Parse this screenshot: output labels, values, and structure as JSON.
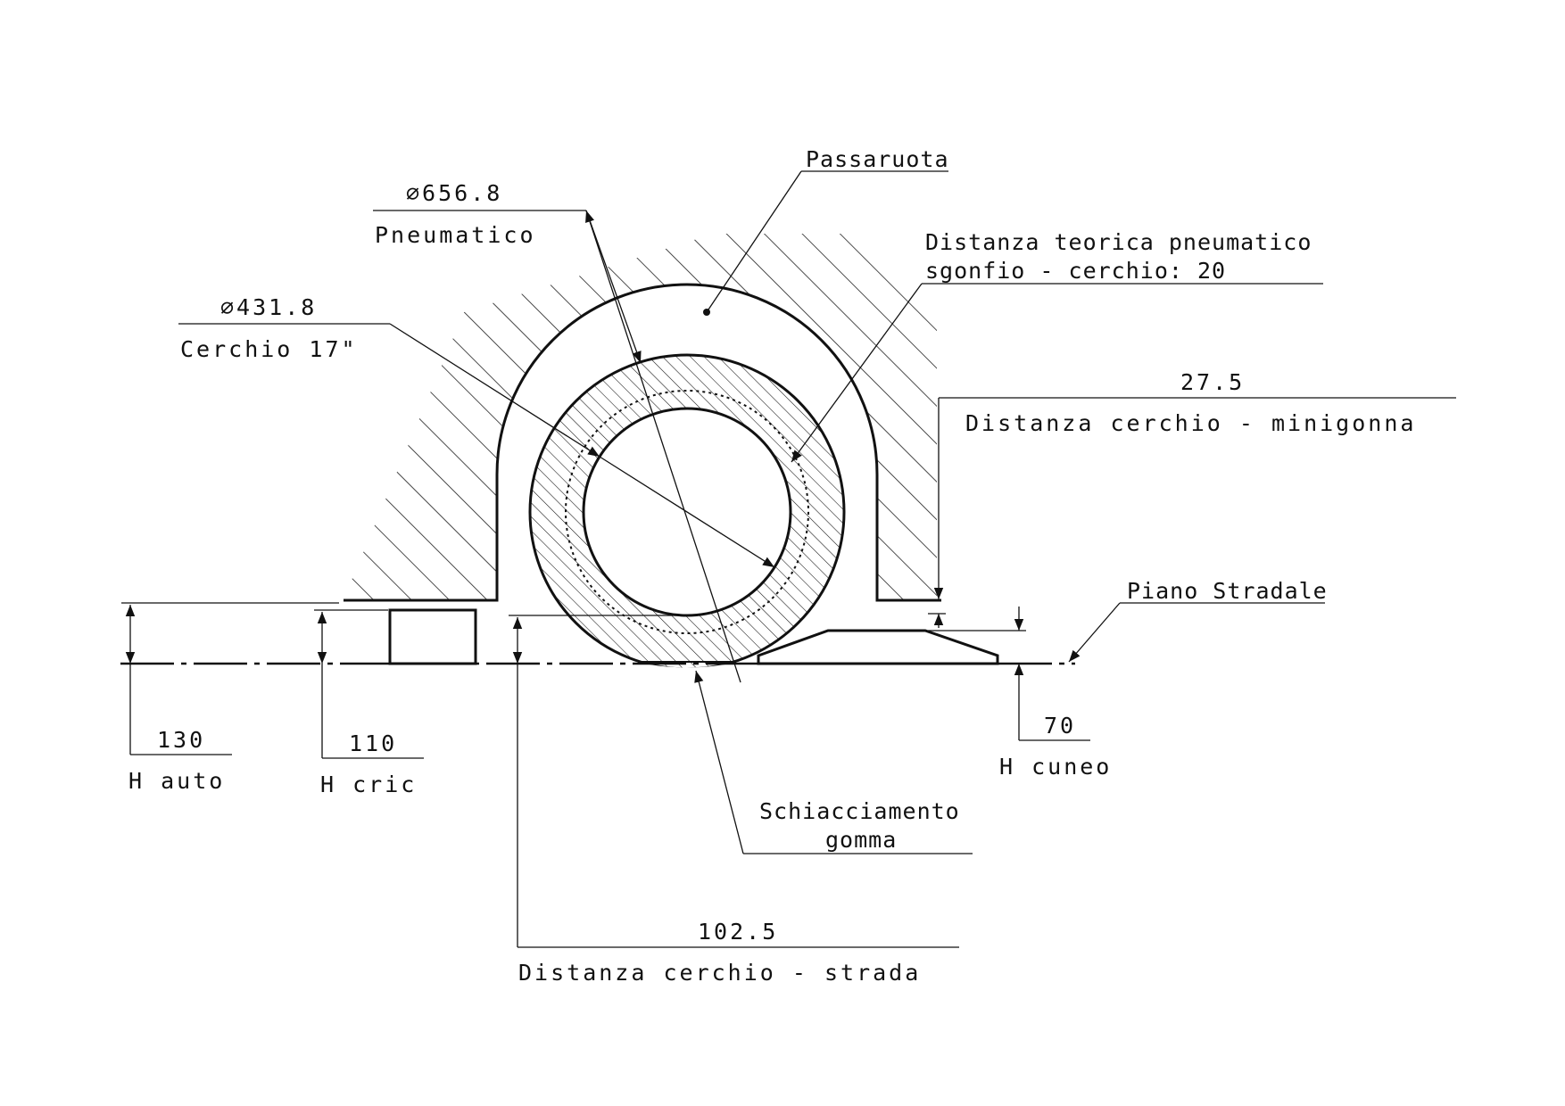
{
  "labels": {
    "passaruota": "Passaruota",
    "diam_tyre_value": "∅656.8",
    "diam_tyre_name": "Pneumatico",
    "diam_rim_value": "∅431.8",
    "diam_rim_name": "Cerchio 17\"",
    "teorica_line1": "Distanza teorica pneumatico",
    "teorica_line2": "sgonfio - cerchio: 20",
    "minigonna_value": "27.5",
    "minigonna_name": "Distanza cerchio - minigonna",
    "piano_stradale": "Piano Stradale",
    "h_auto_value": "130",
    "h_auto_name": "H auto",
    "h_cric_value": "110",
    "h_cric_name": "H cric",
    "h_cuneo_value": "70",
    "h_cuneo_name": "H cuneo",
    "schiacciamento_line1": "Schiacciamento",
    "schiacciamento_line2": "gomma",
    "strada_value": "102.5",
    "strada_name": "Distanza cerchio - strada"
  }
}
